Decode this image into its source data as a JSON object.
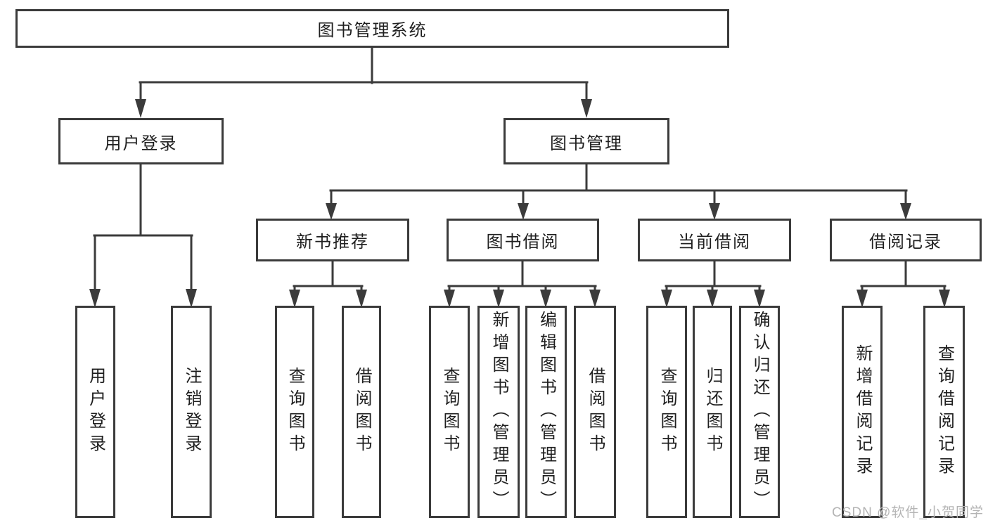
{
  "colors": {
    "line": "#3b3b3b",
    "text": "#1f1f1f",
    "background": "#ffffff",
    "watermark": "#b4b4b4"
  },
  "watermark": {
    "text": "CSDN @软件_小贺同学"
  },
  "diagram": {
    "tree": {
      "label": "图书管理系统",
      "children": [
        {
          "label": "用户登录",
          "children": [
            {
              "label": "用户登录"
            },
            {
              "label": "注销登录"
            }
          ]
        },
        {
          "label": "图书管理",
          "children": [
            {
              "label": "新书推荐",
              "children": [
                {
                  "label": "查询图书"
                },
                {
                  "label": "借阅图书"
                }
              ]
            },
            {
              "label": "图书借阅",
              "children": [
                {
                  "label": "查询图书"
                },
                {
                  "label": "新增图书（管理员）"
                },
                {
                  "label": "编辑图书（管理员）"
                },
                {
                  "label": "借阅图书"
                }
              ]
            },
            {
              "label": "当前借阅",
              "children": [
                {
                  "label": "查询图书"
                },
                {
                  "label": "归还图书"
                },
                {
                  "label": "确认归还（管理员）"
                }
              ]
            },
            {
              "label": "借阅记录",
              "children": [
                {
                  "label": "新增借阅记录"
                },
                {
                  "label": "查询借阅记录"
                }
              ]
            }
          ]
        }
      ]
    }
  }
}
